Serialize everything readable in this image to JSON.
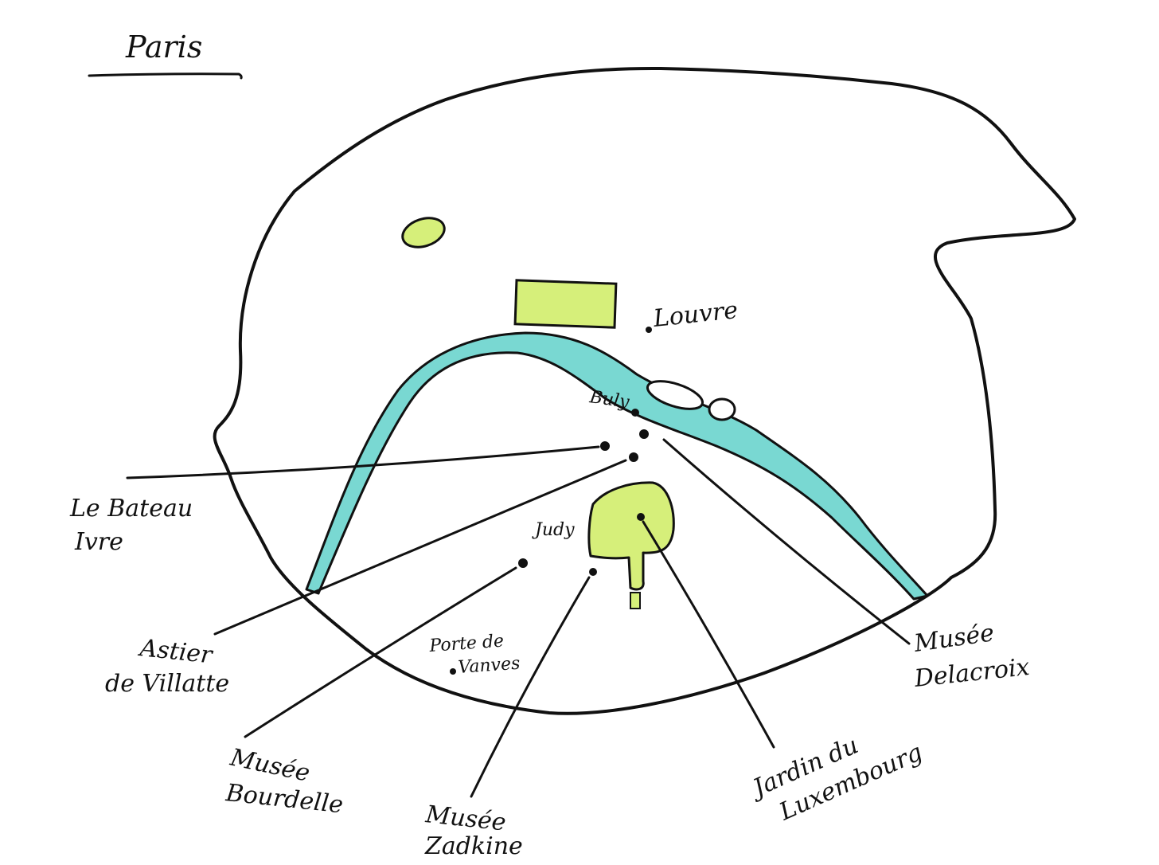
{
  "title": "Paris",
  "colors": {
    "ink": "#111111",
    "river": "#79d8d2",
    "park": "#d6ef7a",
    "paper": "#ffffff"
  },
  "landmarks": {
    "louvre": "Louvre",
    "buly": "Buly",
    "judy": "Judy",
    "porte_de_vanves": [
      "Porte de",
      "Vanves"
    ]
  },
  "callouts": {
    "le_bateau_ivre": [
      "Le Bateau",
      "Ivre"
    ],
    "astier_de_villatte": [
      "Astier",
      "de Villatte"
    ],
    "musee_bourdelle": [
      "Musée",
      "Bourdelle"
    ],
    "musee_zadkine": [
      "Musée",
      "Zadkine"
    ],
    "jardin_du_luxembourg": [
      "Jardin du",
      "Luxembourg"
    ],
    "musee_delacroix": [
      "Musée",
      "Delacroix"
    ]
  }
}
